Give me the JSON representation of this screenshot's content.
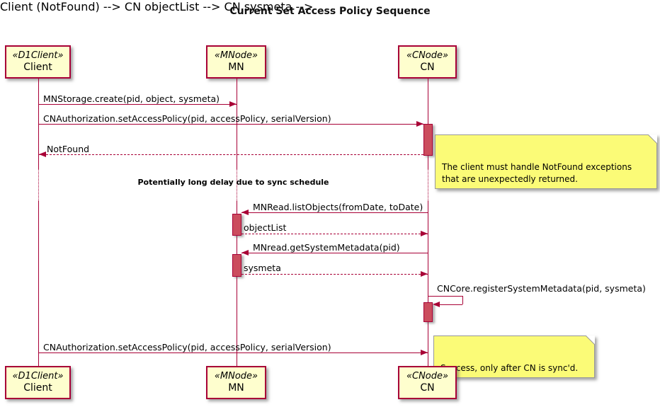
{
  "title": "Current Set Access Policy Sequence",
  "colors": {
    "line": "#A80036",
    "participant_fill": "#FEFECE",
    "participant_border": "#A80036",
    "note_fill": "#FBFB77",
    "note_border": "#9A9A9A",
    "activation_fill": "#CB4D5E",
    "background": "#FFFFFF"
  },
  "participants": [
    {
      "stereotype": "«D1Client»",
      "name": "Client"
    },
    {
      "stereotype": "«MNode»",
      "name": "MN"
    },
    {
      "stereotype": "«CNode»",
      "name": "CN"
    }
  ],
  "messages": [
    {
      "label": "MNStorage.create(pid, object, sysmeta)",
      "from": "Client",
      "to": "MN",
      "style": "solid"
    },
    {
      "label": "CNAuthorization.setAccessPolicy(pid, accessPolicy, serialVersion)",
      "from": "Client",
      "to": "CN",
      "style": "solid"
    },
    {
      "label": "NotFound",
      "from": "CN",
      "to": "Client",
      "style": "dashed"
    },
    {
      "label": "MNRead.listObjects(fromDate, toDate)",
      "from": "CN",
      "to": "MN",
      "style": "solid"
    },
    {
      "label": "objectList",
      "from": "MN",
      "to": "CN",
      "style": "dashed"
    },
    {
      "label": "MNread.getSystemMetadata(pid)",
      "from": "CN",
      "to": "MN",
      "style": "solid"
    },
    {
      "label": "sysmeta",
      "from": "MN",
      "to": "CN",
      "style": "dashed"
    },
    {
      "label": "CNCore.registerSystemMetadata(pid, sysmeta)",
      "from": "CN",
      "to": "CN",
      "style": "self"
    },
    {
      "label": "CNAuthorization.setAccessPolicy(pid, accessPolicy, serialVersion)",
      "from": "Client",
      "to": "CN",
      "style": "solid"
    }
  ],
  "divider": {
    "label": "Potentially long delay due to sync schedule"
  },
  "notes": [
    {
      "text": "The client must handle NotFound exceptions\nthat are unexpectedly returned."
    },
    {
      "text": "Success, only after CN is sync'd."
    }
  ]
}
